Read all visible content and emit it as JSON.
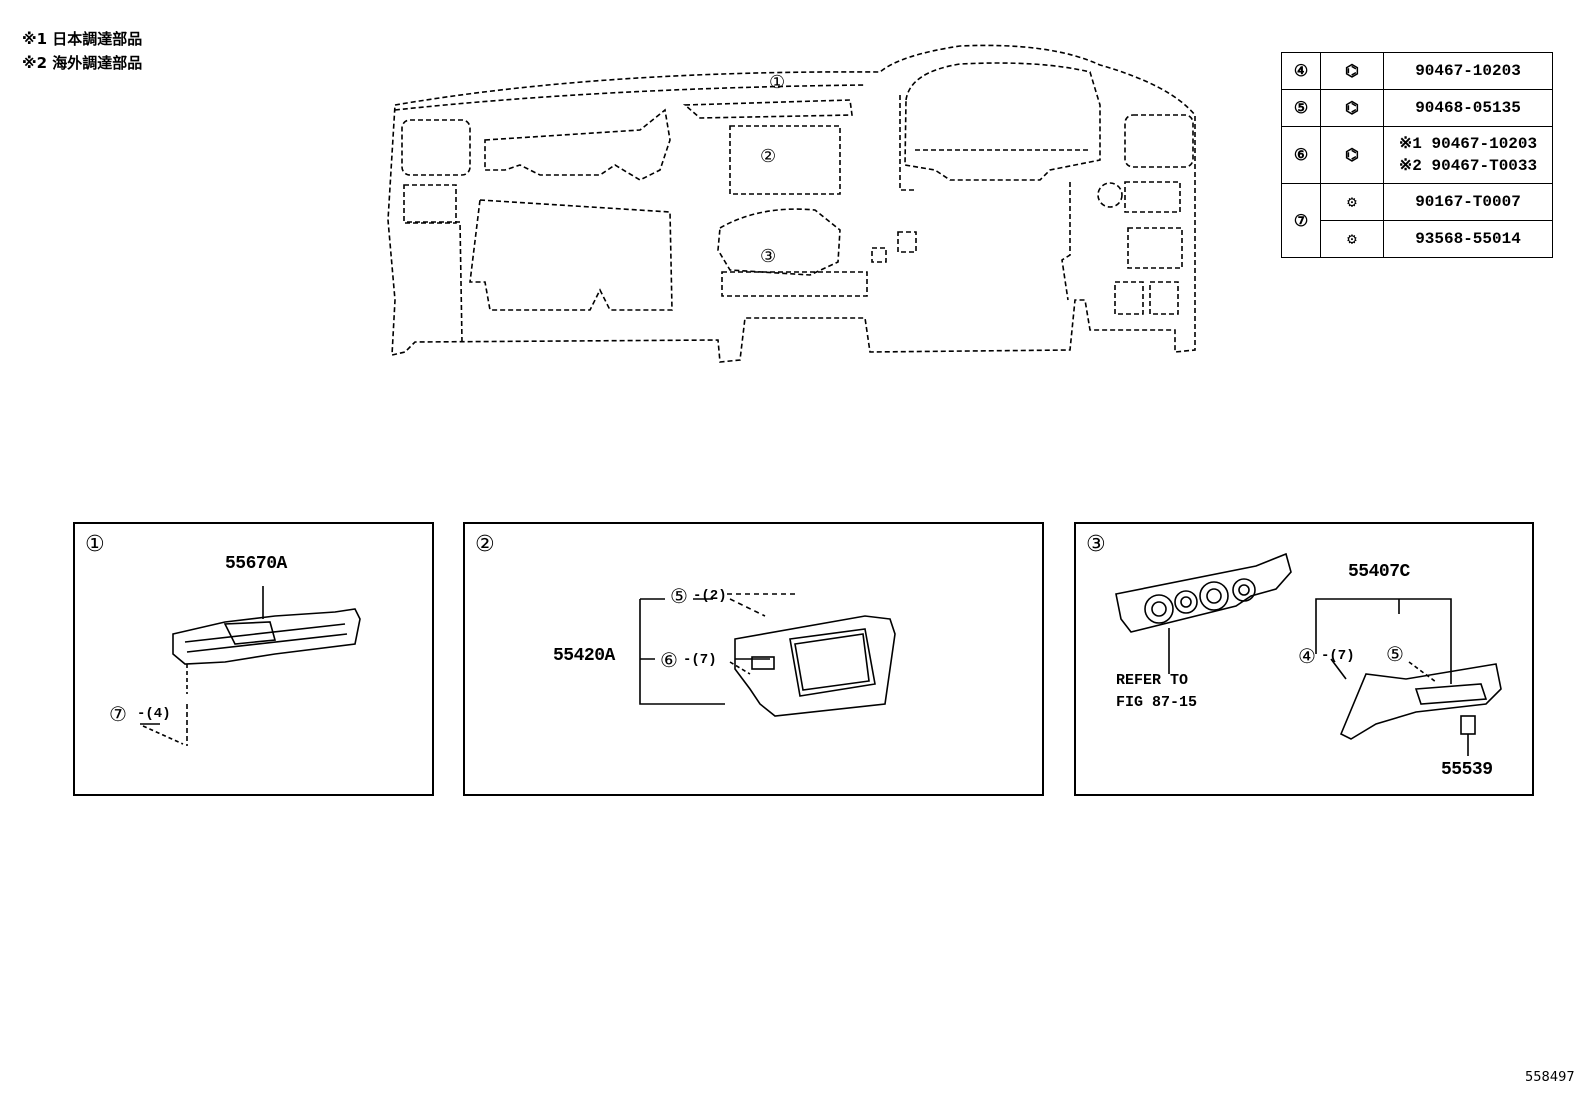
{
  "notes": [
    "※1 日本調達部品",
    "※2 海外調達部品"
  ],
  "overview_callouts": [
    "①",
    "②",
    "③"
  ],
  "fastener_table": {
    "rows": [
      {
        "key": "④",
        "icon": "clip-icon",
        "parts": [
          "90467-10203"
        ]
      },
      {
        "key": "⑤",
        "icon": "clip-icon",
        "parts": [
          "90468-05135"
        ]
      },
      {
        "key": "⑥",
        "icon": "clip-icon",
        "parts": [
          "※1 90467-10203",
          "※2 90467-T0033"
        ]
      },
      {
        "key": "⑦",
        "icon": "screw-icon",
        "parts": [
          "90167-T0007",
          "93568-55014"
        ]
      }
    ]
  },
  "panels": {
    "p1": {
      "label": "①",
      "part": "55670A",
      "callout": "⑦",
      "qty": "-(4)"
    },
    "p2": {
      "label": "②",
      "part": "55420A",
      "callout_a": "⑤",
      "qty_a": "-(2)",
      "callout_b": "⑥",
      "qty_b": "-(7)"
    },
    "p3": {
      "label": "③",
      "part": "55407C",
      "callout_a": "④",
      "qty_a": "-(7)",
      "callout_b": "⑤",
      "refer_line1": "REFER TO",
      "refer_line2": "FIG 87-15",
      "part2": "55539"
    }
  },
  "figure_id": "558497"
}
